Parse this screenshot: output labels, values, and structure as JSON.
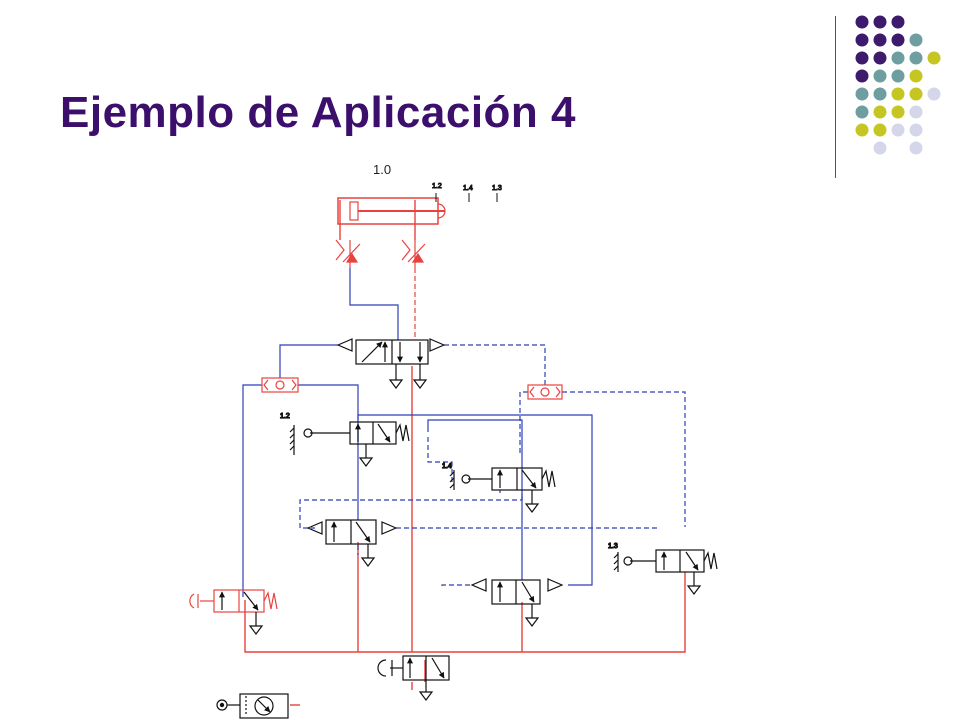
{
  "slide": {
    "title": "Ejemplo de Aplicación 4"
  },
  "diagram": {
    "cylinder_label": "1.0",
    "sensor_labels": [
      "1.2",
      "1.4",
      "1.3"
    ],
    "valve_labels": {
      "v12": "1.2",
      "v14": "1.4",
      "v13": "1.3"
    }
  },
  "colors": {
    "title": "#3b0f6b",
    "pressure_line": "#e8423f",
    "signal_line": "#2f3fb8",
    "component": "#111111",
    "dot_purple": "#3d1a6b",
    "dot_teal": "#6f9ea0",
    "dot_olive": "#c6c623",
    "dot_lavender": "#d6d6ea"
  }
}
